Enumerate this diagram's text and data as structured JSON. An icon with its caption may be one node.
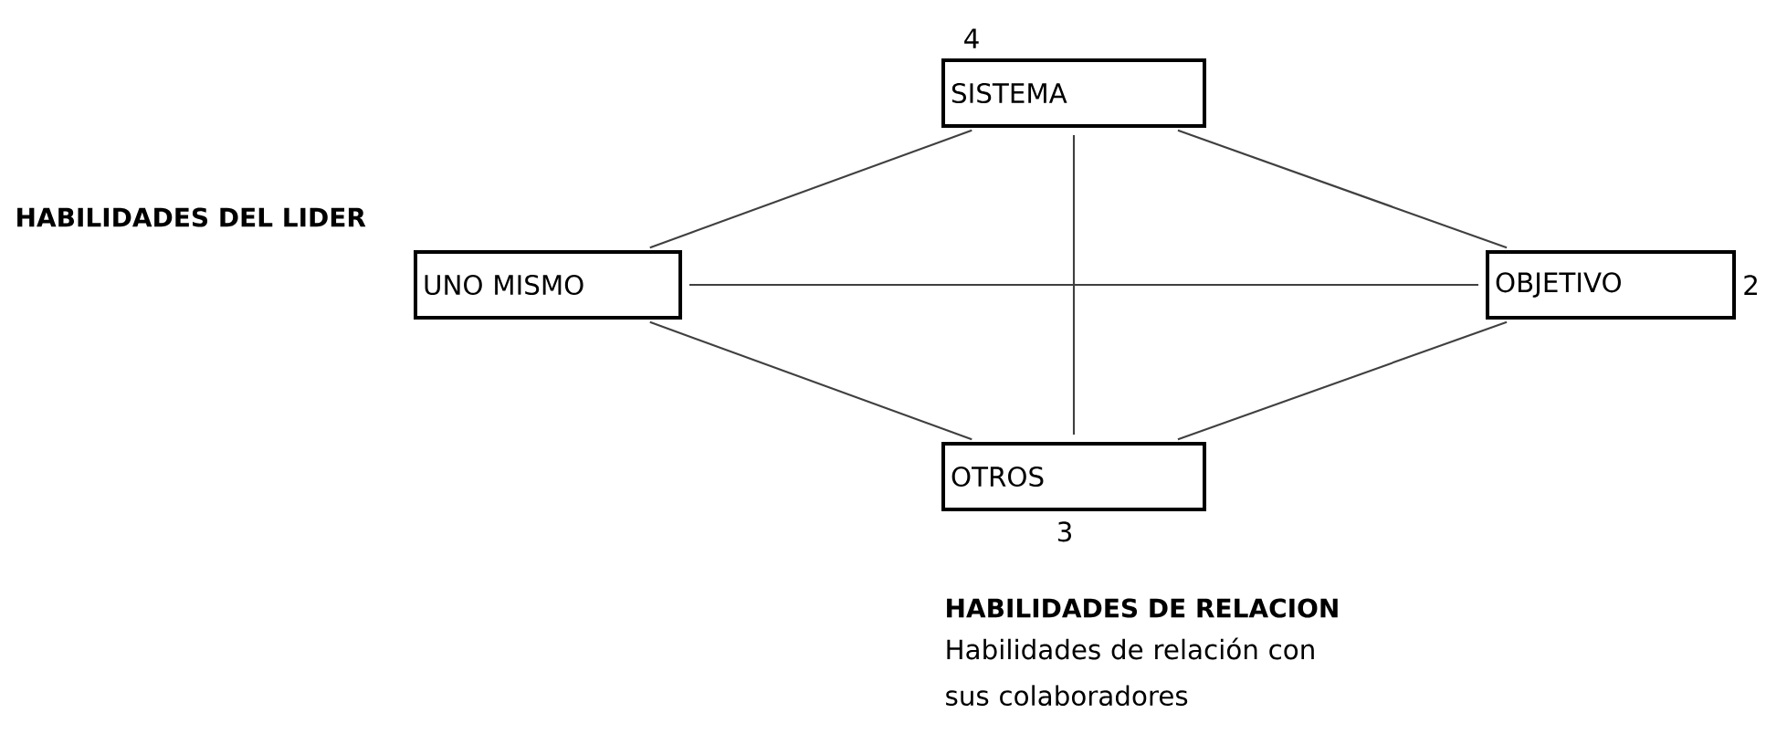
{
  "diagram": {
    "nodes": [
      {
        "text": [
          "UNO MISMO"
        ]
      },
      {
        "text": [
          "SISTEMA"
        ],
        "beside": [
          "4"
        ]
      },
      {
        "text": [
          "OBJETIVO"
        ],
        "beside": [
          "2"
        ]
      },
      {
        "text": [
          "OTROS"
        ],
        "beside": [
          "3"
        ]
      }
    ],
    "edges": [
      {
        "from": 0,
        "to": 1,
        "arrow": "none"
      },
      {
        "from": 0,
        "to": 2,
        "arrow": "none"
      },
      {
        "from": 0,
        "to": 3,
        "arrow": "none"
      },
      {
        "from": 1,
        "to": 2,
        "arrow": "none"
      },
      {
        "from": 1,
        "to": 3,
        "arrow": "none"
      },
      {
        "from": 3,
        "to": 2,
        "arrow": "none"
      }
    ],
    "labels": [
      "HABILIDADES DEL LIDER",
      "HABILIDADES DE RELACION",
      "Habilidades de relación con sus colaboradores"
    ]
  }
}
